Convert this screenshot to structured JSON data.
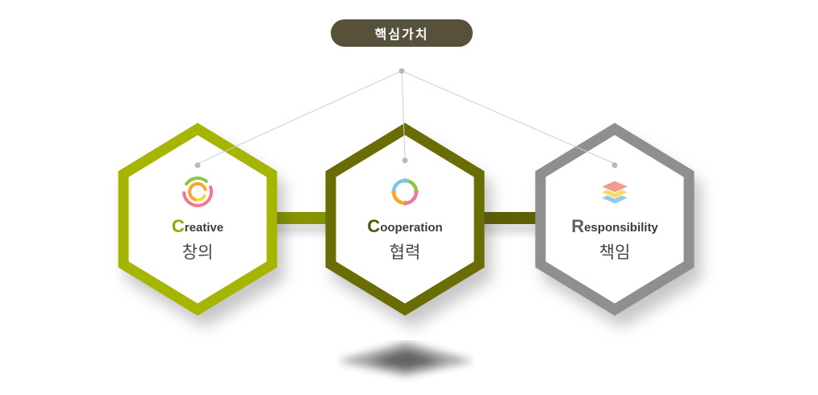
{
  "badge": {
    "label": "핵심가치",
    "bg_color": "#57503b",
    "text_color": "#ffffff"
  },
  "nodes": [
    {
      "letter": "C",
      "rest": "reative",
      "korean": "창의",
      "hex_color": "#a6b502",
      "letter_color": "#93a800",
      "icon": "radial-arcs-icon"
    },
    {
      "letter": "C",
      "rest": "ooperation",
      "korean": "협력",
      "hex_color": "#696d03",
      "letter_color": "#51540a",
      "icon": "cycle-arrows-icon"
    },
    {
      "letter": "R",
      "rest": "esponsibility",
      "korean": "책임",
      "hex_color": "#8f8f8f",
      "letter_color": "#636363",
      "icon": "stacked-layers-icon"
    }
  ],
  "connectors": [
    {
      "color": "#879401"
    },
    {
      "color": "#5d6004"
    }
  ],
  "line_color": "#cfcfcf",
  "dot_color": "#b9b9b9"
}
